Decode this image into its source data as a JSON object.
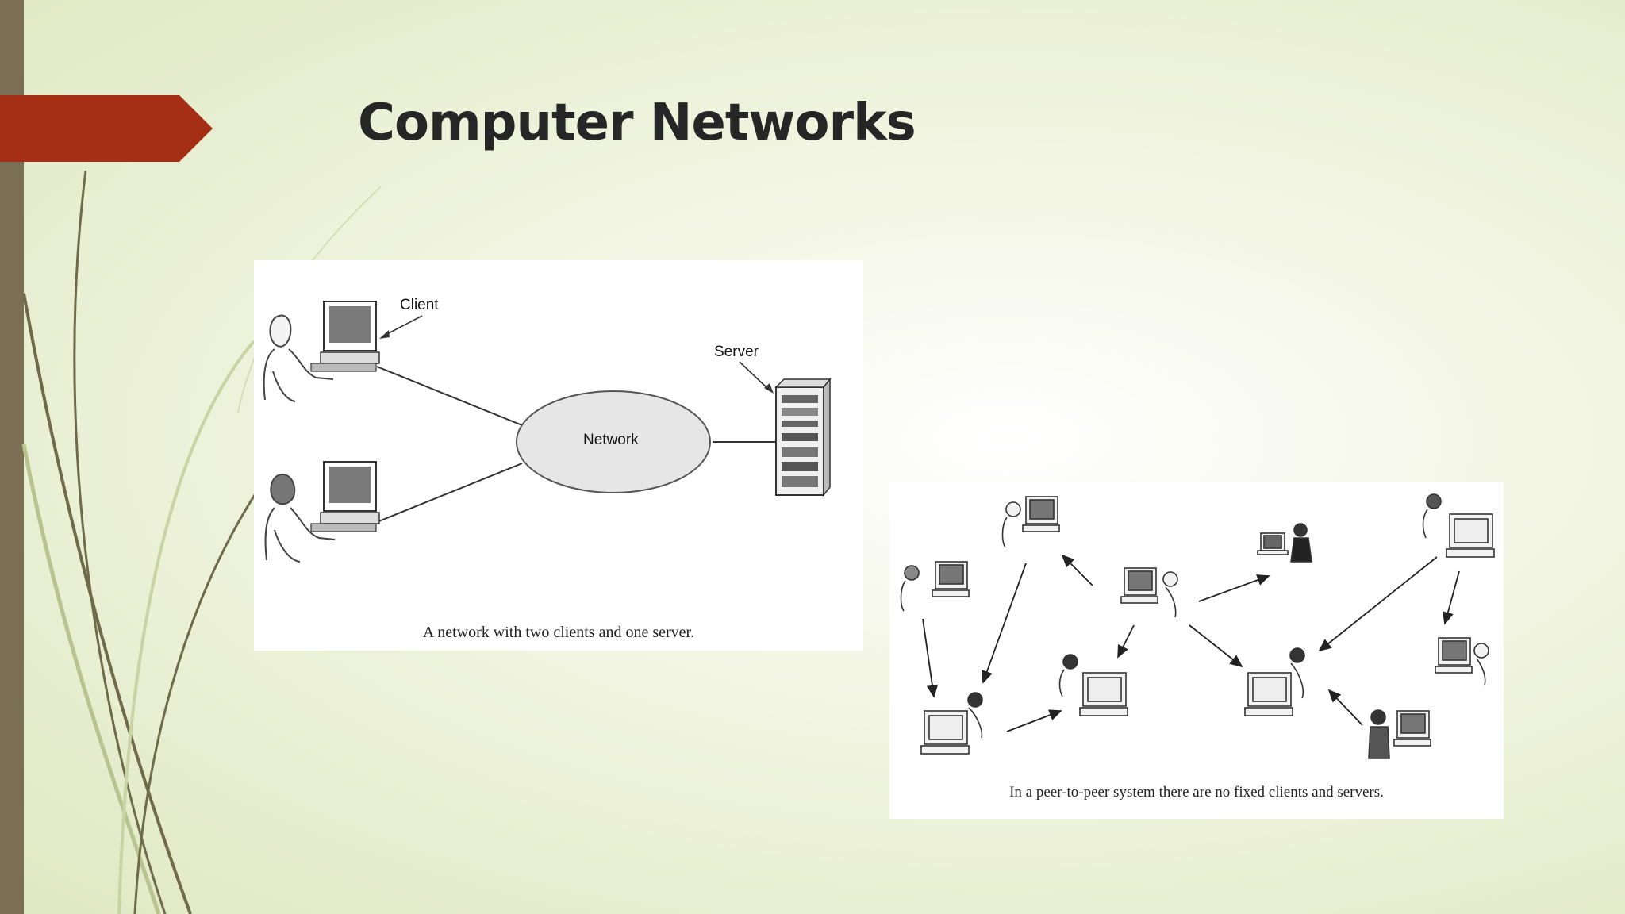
{
  "slide": {
    "title": "Computer Networks"
  },
  "diagram_client_server": {
    "labels": {
      "client": "Client",
      "server": "Server",
      "network": "Network"
    },
    "caption": "A network with two clients and one server."
  },
  "diagram_p2p": {
    "caption": "In a peer-to-peer system there are no fixed clients and servers."
  },
  "colors": {
    "accent": "#a52f14",
    "left_bar": "#7a6e55",
    "background": "#e9efd2",
    "title": "#262626"
  }
}
